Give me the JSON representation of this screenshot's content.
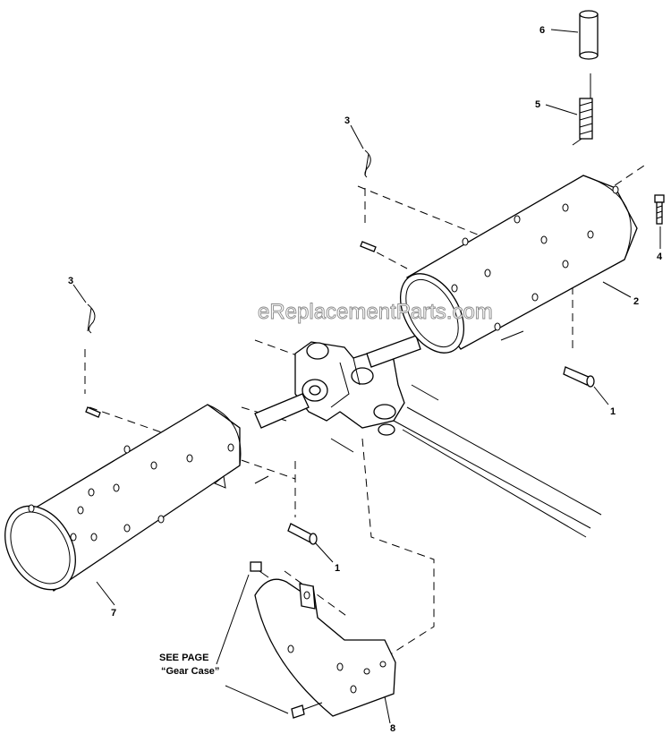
{
  "watermark": "eReplacementParts.com",
  "callouts": {
    "pin_upper": "1",
    "pin_lower": "1",
    "tine_right": "2",
    "clip_upper": "3",
    "clip_left": "3",
    "bolt": "4",
    "spring": "5",
    "sleeve": "6",
    "tine_left": "7",
    "bracket": "8"
  },
  "reference": {
    "line1": "SEE PAGE",
    "line2": "“Gear Case”"
  }
}
